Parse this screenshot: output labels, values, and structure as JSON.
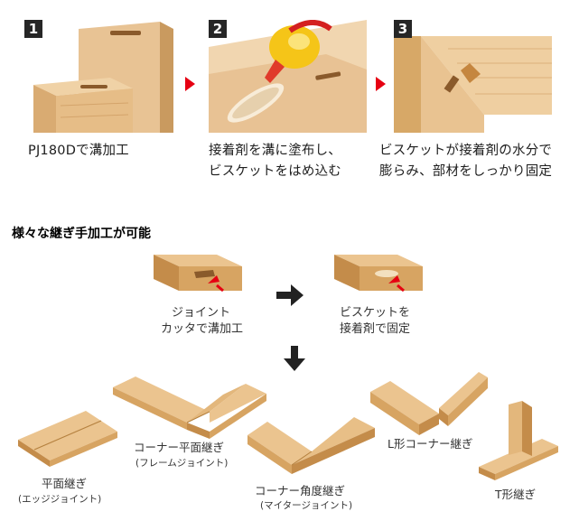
{
  "steps": [
    {
      "number": "1",
      "caption_lines": [
        "PJ180Dで溝加工"
      ]
    },
    {
      "number": "2",
      "caption_lines": [
        "接着剤を溝に塗布し、",
        "ビスケットをはめ込む"
      ]
    },
    {
      "number": "3",
      "caption_lines": [
        "ビスケットが接着剤の水分で",
        "膨らみ、部材をしっかり固定"
      ]
    }
  ],
  "section_title": "様々な継ぎ手加工が可能",
  "process": {
    "cut_lines": [
      "ジョイント",
      "カッタで溝加工"
    ],
    "fix_lines": [
      "ビスケットを",
      "接着剤で固定"
    ]
  },
  "joints": [
    {
      "name": "平面継ぎ",
      "sub": "(エッジジョイント)"
    },
    {
      "name": "コーナー平面継ぎ",
      "sub": "(フレームジョイント)"
    },
    {
      "name": "コーナー角度継ぎ",
      "sub": "(マイタージョイント)"
    },
    {
      "name": "L形コーナー継ぎ",
      "sub": ""
    },
    {
      "name": "T形継ぎ",
      "sub": ""
    }
  ],
  "colors": {
    "wood_top": "#ebc48f",
    "wood_side": "#d7a462",
    "wood_end": "#c48c4a",
    "accent_arrow": "#e60012",
    "badge": "#262626"
  }
}
